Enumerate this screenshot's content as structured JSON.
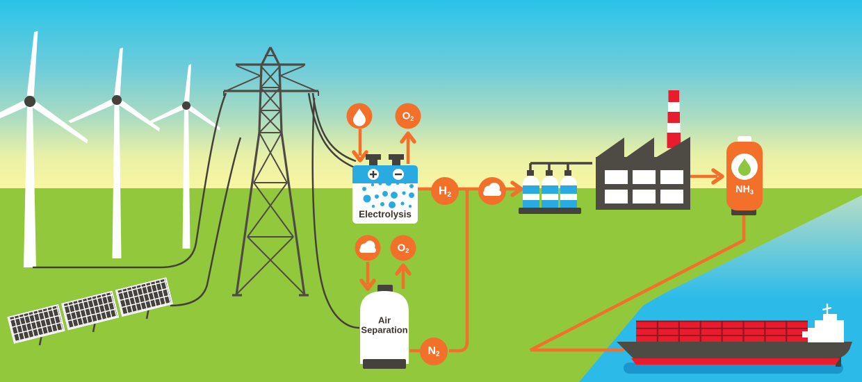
{
  "diagram": {
    "type": "process-flow",
    "nodes": [
      "wind-turbines",
      "solar-panel-array",
      "power-pylon",
      "electrolysis-unit",
      "air-separation-unit",
      "gas-storage-tanks",
      "factory",
      "ammonia-tank",
      "cargo-ship"
    ],
    "flows": [
      {
        "from": "water-droplet",
        "to": "electrolysis-unit"
      },
      {
        "from": "electrolysis-unit",
        "to": "oxygen-badge-top"
      },
      {
        "from": "electrolysis-unit",
        "to": "hydrogen-badge"
      },
      {
        "from": "hydrogen-badge",
        "to": "gas-storage-tanks"
      },
      {
        "from": "air-cloud",
        "to": "air-separation-unit"
      },
      {
        "from": "air-separation-unit",
        "to": "oxygen-badge-mid"
      },
      {
        "from": "air-separation-unit",
        "to": "nitrogen-badge"
      },
      {
        "from": "nitrogen-badge",
        "to": "hydrogen-line"
      },
      {
        "from": "gas-storage-tanks",
        "to": "factory"
      },
      {
        "from": "factory",
        "to": "ammonia-tank"
      },
      {
        "from": "ammonia-tank",
        "to": "cargo-ship"
      }
    ]
  },
  "labels": {
    "electrolysis": "Electrolysis",
    "air_separation": {
      "line1": "Air",
      "line2": "Separation"
    },
    "h2": {
      "main": "H",
      "sub": "2"
    },
    "o2_top": {
      "main": "O",
      "sub": "2"
    },
    "o2_mid": {
      "main": "O",
      "sub": "2"
    },
    "n2": {
      "main": "N",
      "sub": "2"
    },
    "nh3": {
      "main": "NH",
      "sub": "3"
    }
  },
  "icons": {
    "water_input": "water-droplet-icon",
    "air_input_line": "cloud-icon",
    "air_input_separation": "cloud-icon"
  },
  "colors": {
    "orange": "#F2702A",
    "blue": "#29ABE2",
    "dark_gray": "#4E4A44",
    "grass_green": "#92C83C",
    "leaf_green": "#8DC63F",
    "red": "#E81C2C",
    "container_gap_red": "#8F1721",
    "funnel_maroon": "#7A1F2C",
    "water_cyan": "#2CBBE9",
    "sky_top_cyan": "#29C3E9",
    "sky_horizon_yellow": "#F9F6A2",
    "white": "#FFFFFF"
  }
}
